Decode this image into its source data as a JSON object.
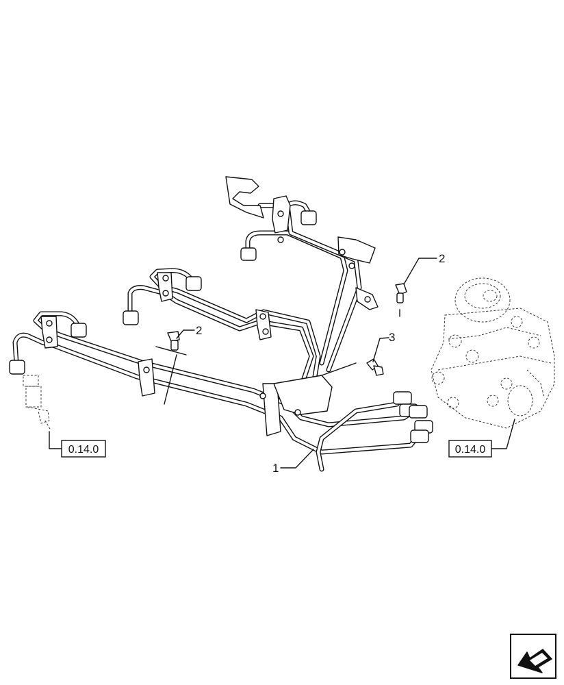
{
  "diagram": {
    "callouts": [
      {
        "id": "callout-1",
        "label": "1"
      },
      {
        "id": "callout-2a",
        "label": "2"
      },
      {
        "id": "callout-2b",
        "label": "2"
      },
      {
        "id": "callout-3",
        "label": "3"
      }
    ],
    "references": {
      "left": "0.14.0",
      "right": "0.14.0"
    }
  },
  "navigation": {
    "next_icon": "arrow-next-icon"
  }
}
